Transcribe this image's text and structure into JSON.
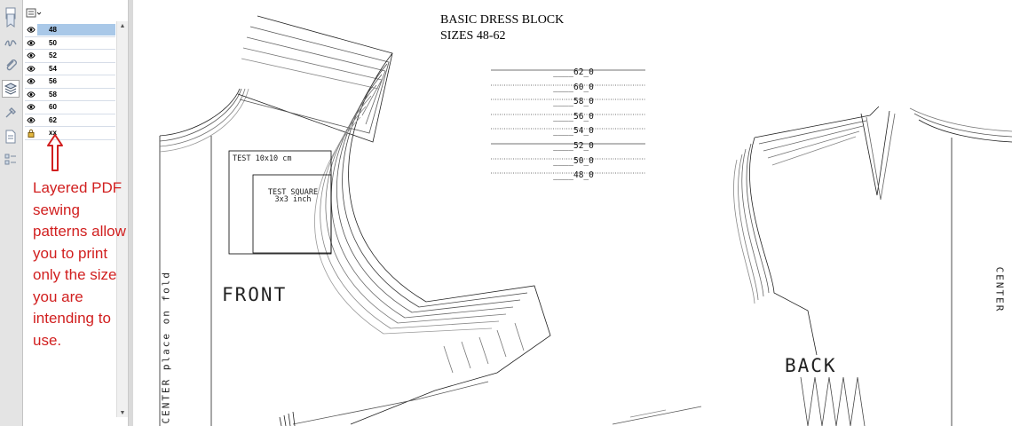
{
  "sidebar_icons": [
    "pages-icon",
    "bookmark-icon",
    "signatures-icon",
    "attachments-icon",
    "layers-icon",
    "tools-icon",
    "document-icon",
    "content-icon"
  ],
  "layers_panel": {
    "options_icon": "layer-options-icon",
    "layers": [
      {
        "name": "48",
        "visible": true,
        "selected": true
      },
      {
        "name": "50",
        "visible": true
      },
      {
        "name": "52",
        "visible": true
      },
      {
        "name": "54",
        "visible": true
      },
      {
        "name": "56",
        "visible": true
      },
      {
        "name": "58",
        "visible": true
      },
      {
        "name": "60",
        "visible": true
      },
      {
        "name": "62",
        "visible": true
      },
      {
        "name": "xx",
        "visible": false,
        "locked": true
      }
    ]
  },
  "annotation": {
    "text": "Layered PDF sewing patterns allow you to print only the size you are intending to use.",
    "color": "#d11f1f"
  },
  "pattern": {
    "title_line1": "BASIC DRESS BLOCK",
    "title_line2": "SIZES 48-62",
    "size_table": [
      "____62_0",
      "____60_0",
      "____58_0",
      "____56_0",
      "____54_0",
      "____52_0",
      "____50_0",
      "____48_0"
    ],
    "test_box_label": "TEST 10x10 cm",
    "test_square_line1": "TEST SQUARE",
    "test_square_line2": "3x3 inch",
    "front_label": "FRONT",
    "center_fold_label": "CENTER place on fold",
    "back_label": "BACK",
    "center_back_label": "CENTER"
  }
}
